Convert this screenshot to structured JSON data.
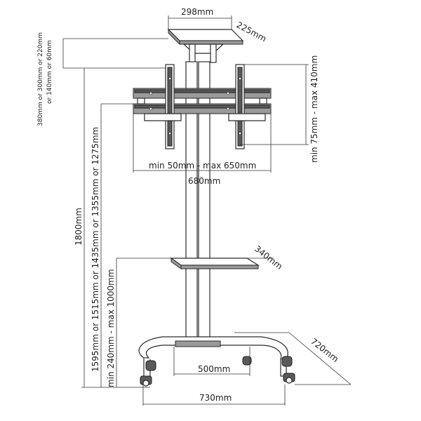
{
  "dimensions": {
    "top_shelf_width": "298mm",
    "top_shelf_depth": "225mm",
    "camera_shelf_height_line1": "380mm or 300mm or 220mm",
    "camera_shelf_height_line2": "or 140mm or 60mm",
    "vesa_vertical": "min 75mm - max 410mm",
    "vesa_horizontal": "min 50mm - max 650mm",
    "base_width_top": "680mm",
    "overall_height": "1800mm",
    "bracket_height": "1595mm or 1515mm or 1435mm or 1355mm or 1275mm",
    "middle_shelf_depth": "340mm",
    "middle_shelf_height": "min 240mm - max 1000mm",
    "base_depth": "720mm",
    "inner_base_width": "500mm",
    "outer_base_width": "730mm"
  },
  "colors": {
    "line": "#333333",
    "bracket_fill": "#5a5a5a",
    "background": "#ffffff"
  }
}
